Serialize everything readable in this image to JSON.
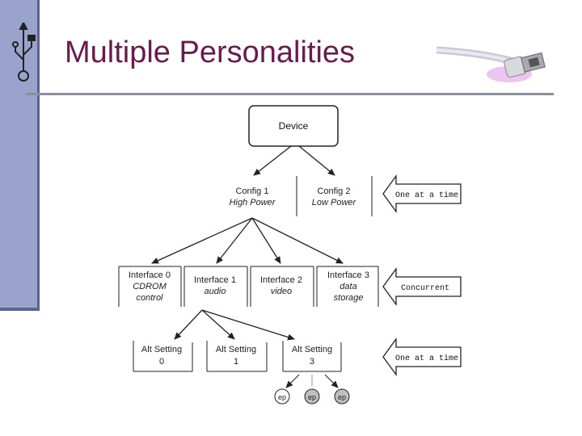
{
  "slide": {
    "title": "Multiple Personalities"
  },
  "diagram": {
    "device": "Device",
    "configs": [
      {
        "line1": "Config 1",
        "line2": "High Power"
      },
      {
        "line1": "Config 2",
        "line2": "Low Power"
      }
    ],
    "interfaces": [
      {
        "line1": "Interface 0",
        "line2": "CDROM",
        "line3": "control"
      },
      {
        "line1": "Interface 1",
        "line2": "audio",
        "line3": ""
      },
      {
        "line1": "Interface 2",
        "line2": "video",
        "line3": ""
      },
      {
        "line1": "Interface 3",
        "line2": "data",
        "line3": "storage"
      }
    ],
    "alt_settings": [
      {
        "line1": "Alt Setting",
        "line2": "0"
      },
      {
        "line1": "Alt Setting",
        "line2": "1"
      },
      {
        "line1": "Alt Setting",
        "line2": "3"
      }
    ],
    "endpoints": [
      "ep",
      "ep",
      "ep"
    ],
    "callouts": [
      "One at a time",
      "Concurrent",
      "One at a time"
    ]
  },
  "icons": {
    "left_logo": "usb-trident-icon",
    "right_image": "usb-cable-plug-icon"
  }
}
